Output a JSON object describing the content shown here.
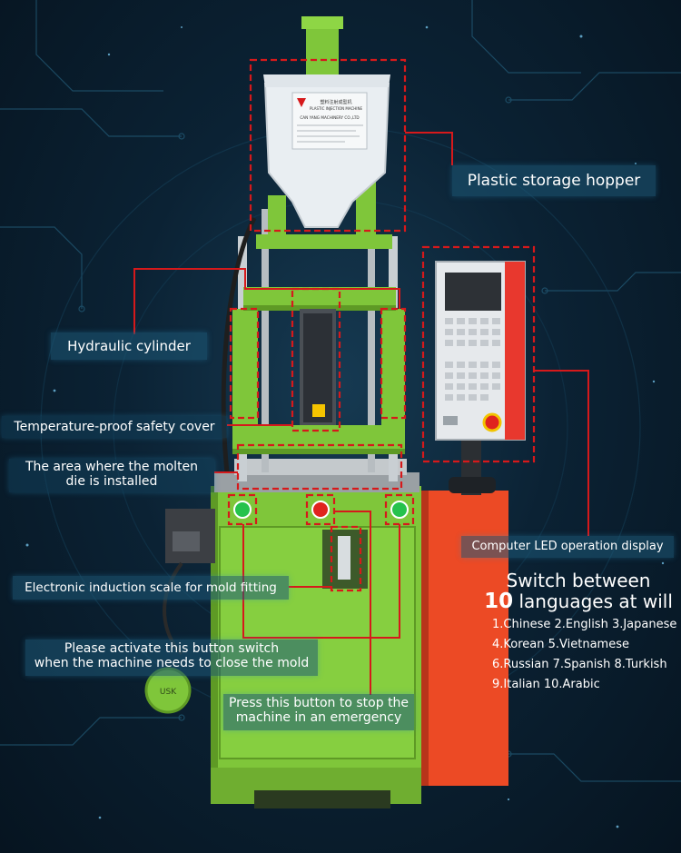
{
  "hopper_plate": {
    "line1": "塑料注射成型机",
    "line2": "PLASTIC INJECTION MACHINE",
    "line3": "CAN YANG MACHINERY CO.,LTD"
  },
  "weight_plate": "USK",
  "labels": {
    "hopper": "Plastic storage hopper",
    "cylinder": "Hydraulic cylinder",
    "cover": "Temperature-proof safety cover",
    "die_line1": "The area where the molten",
    "die_line2": "die is installed",
    "display": "Computer LED operation display",
    "scale": "Electronic induction scale for mold fitting",
    "close_line1": "Please activate this button switch",
    "close_line2": "when the machine needs to close the mold",
    "stop_line1": "Press this button to stop the",
    "stop_line2": "machine in an emergency"
  },
  "languages": {
    "title_line1": "Switch between",
    "title_number": "10",
    "title_line2_rest": " languages at will",
    "lines": [
      "1.Chinese 2.English 3.Japanese",
      "4.Korean 5.Vietnamese",
      "6.Russian 7.Spanish 8.Turkish",
      "9.Italian 10.Arabic"
    ]
  },
  "colors": {
    "machine_green": "#7fc63a",
    "machine_green_dark": "#5e9a25",
    "cabinet_red": "#ec4a25",
    "annotation_red": "#d6191b",
    "hopper_white": "#e9eef2",
    "panel_red": "#e8382e"
  }
}
